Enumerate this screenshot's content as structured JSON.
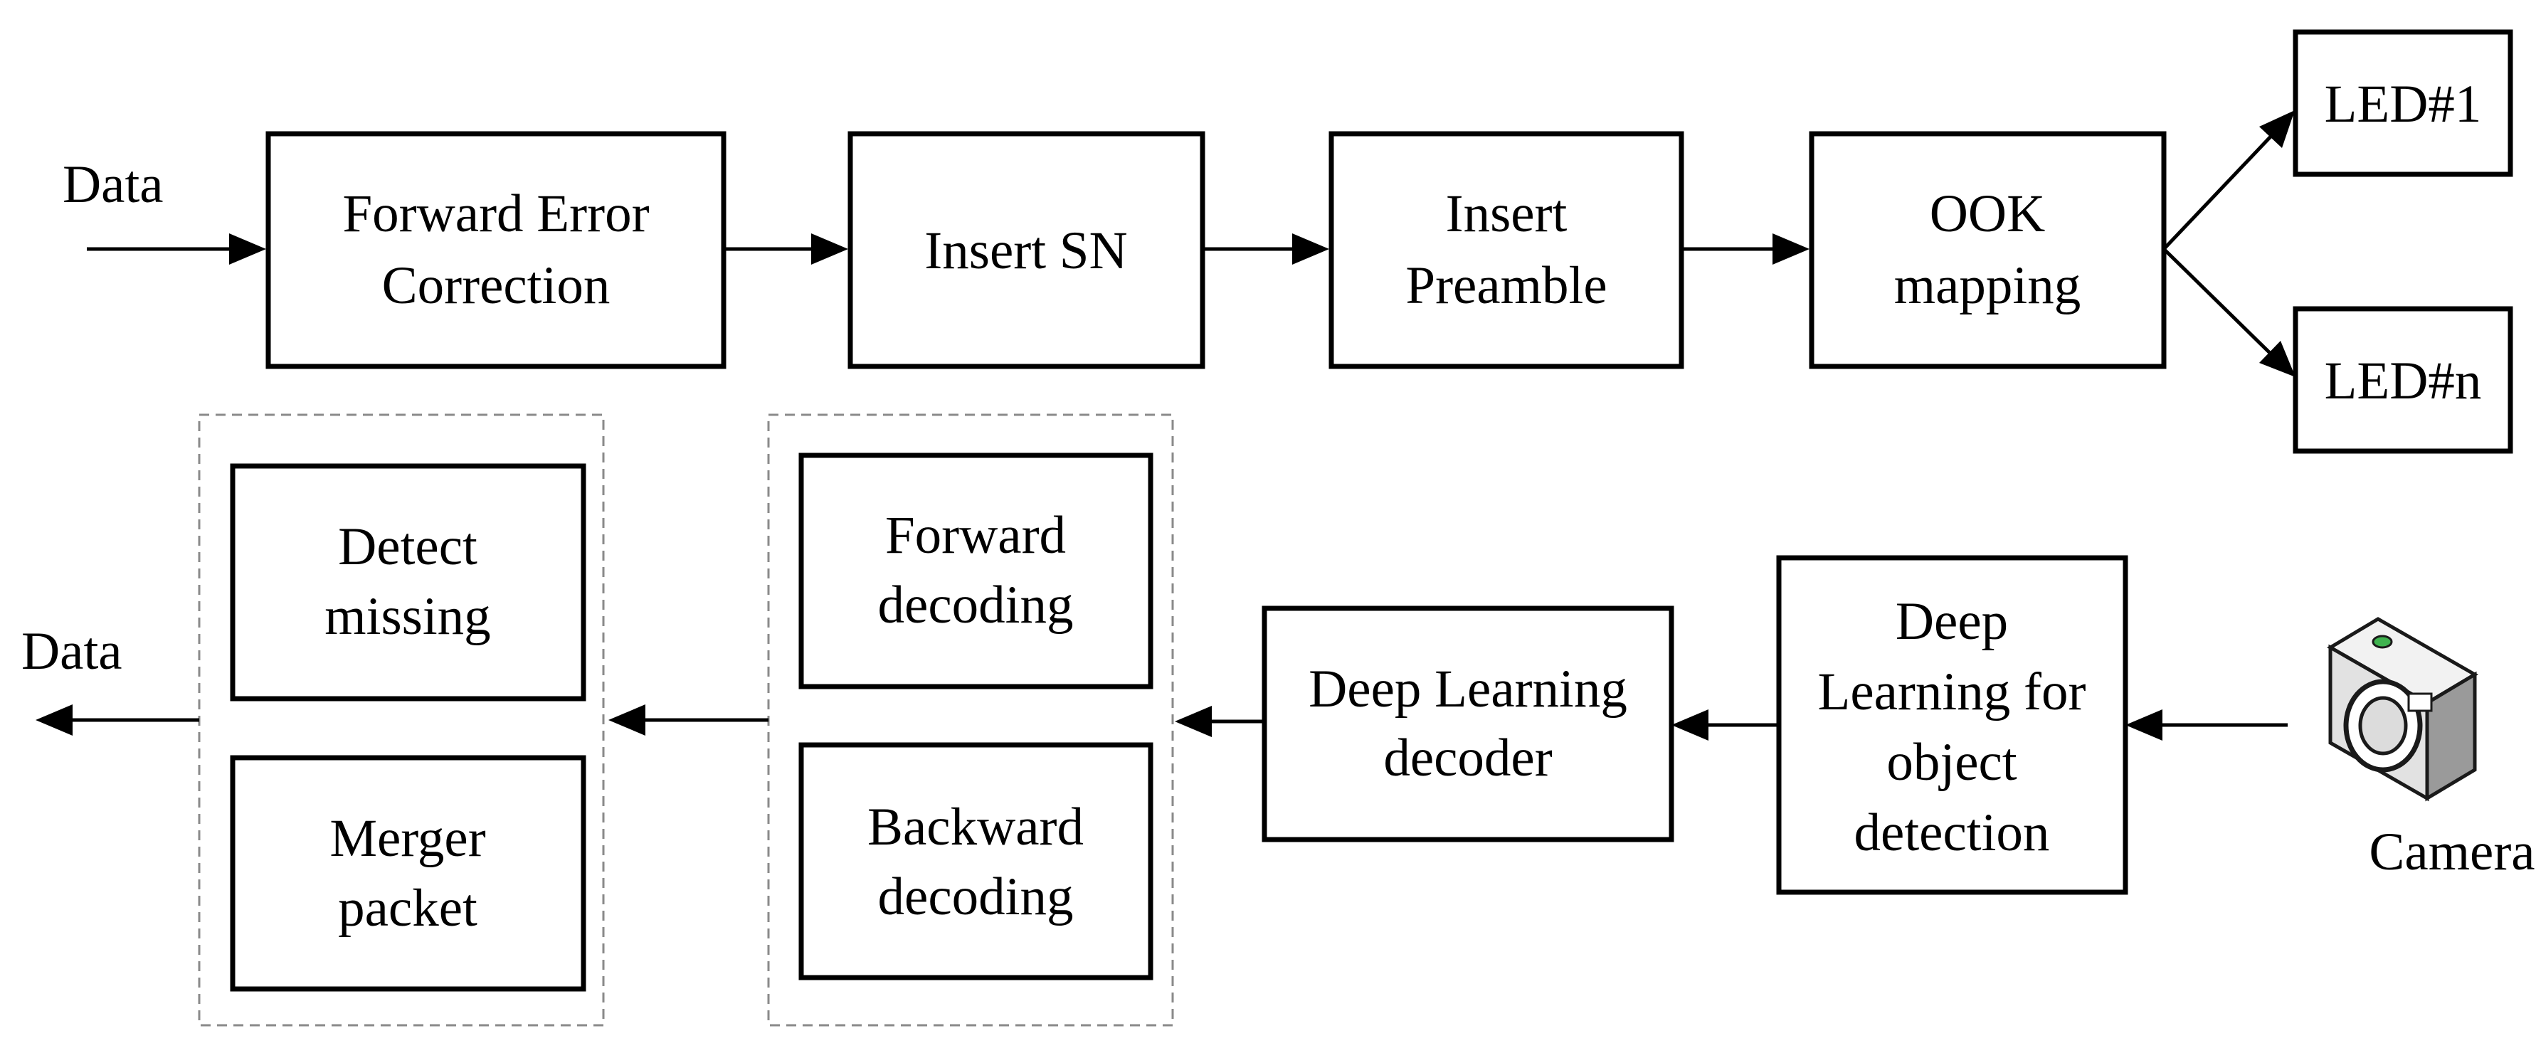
{
  "transmitter": {
    "input_label": "Data",
    "fec": [
      "Forward Error",
      "Correction"
    ],
    "insert_sn": "Insert SN",
    "insert_preamble": [
      "Insert",
      "Preamble"
    ],
    "ook": [
      "OOK",
      "mapping"
    ],
    "led_1": "LED#1",
    "led_n": "LED#n"
  },
  "receiver": {
    "camera_label": "Camera",
    "object_detection": [
      "Deep",
      "Learning for",
      "object",
      "detection"
    ],
    "dl_decoder": [
      "Deep Learning",
      "decoder"
    ],
    "forward_decoding": [
      "Forward",
      "decoding"
    ],
    "backward_decoding": [
      "Backward",
      "decoding"
    ],
    "detect_missing": [
      "Detect",
      "missing"
    ],
    "merger_packet": [
      "Merger",
      "packet"
    ],
    "output_label": "Data"
  }
}
